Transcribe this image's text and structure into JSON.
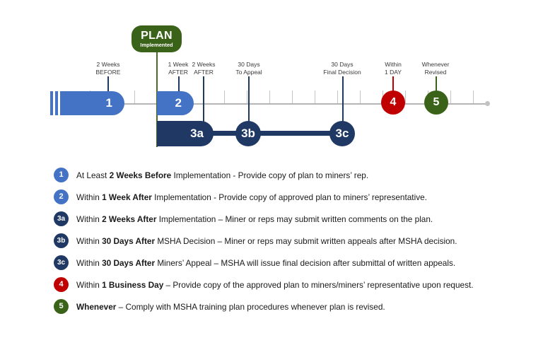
{
  "plan_badge": {
    "title": "PLAN",
    "subtitle": "Implemented"
  },
  "colors": {
    "blue": "#4472C4",
    "navy": "#1F3864",
    "red": "#C00000",
    "green": "#3A6218",
    "axis_gray": "#b5b5b5"
  },
  "timeline": {
    "labels": [
      {
        "line1": "2 Weeks",
        "line2": "BEFORE"
      },
      {
        "line1": "1 Week",
        "line2": "AFTER"
      },
      {
        "line1": "2 Weeks",
        "line2": "AFTER"
      },
      {
        "line1": "30 Days",
        "line2": "To Appeal"
      },
      {
        "line1": "30 Days",
        "line2": "Final Decision"
      },
      {
        "line1": "Within",
        "line2": "1 DAY"
      },
      {
        "line1": "Whenever",
        "line2": "Revised"
      }
    ],
    "markers": [
      {
        "id": "1",
        "label": "1"
      },
      {
        "id": "2",
        "label": "2"
      },
      {
        "id": "3a",
        "label": "3a"
      },
      {
        "id": "3b",
        "label": "3b"
      },
      {
        "id": "3c",
        "label": "3c"
      },
      {
        "id": "4",
        "label": "4"
      },
      {
        "id": "5",
        "label": "5"
      }
    ]
  },
  "legend": {
    "items": [
      {
        "marker": "1",
        "color": "#4472C4",
        "pre": "At Least ",
        "bold": "2 Weeks Before",
        "post": " Implementation - Provide copy of plan to miners’ rep."
      },
      {
        "marker": "2",
        "color": "#4472C4",
        "pre": "Within ",
        "bold": "1 Week After",
        "post": " Implementation - Provide copy of approved plan to miners’ representative."
      },
      {
        "marker": "3a",
        "color": "#1F3864",
        "pre": "Within ",
        "bold": "2 Weeks After",
        "post": " Implementation – Miner or reps may submit written comments on the plan."
      },
      {
        "marker": "3b",
        "color": "#1F3864",
        "pre": "Within ",
        "bold": "30 Days After",
        "post": " MSHA Decision – Miner or reps may submit written appeals after MSHA decision."
      },
      {
        "marker": "3c",
        "color": "#1F3864",
        "pre": "Within ",
        "bold": "30 Days After",
        "post": " Miners’ Appeal – MSHA will issue final decision after submittal of written appeals."
      },
      {
        "marker": "4",
        "color": "#C00000",
        "pre": "Within ",
        "bold": "1 Business Day",
        "post": " – Provide copy of the approved plan to miners/miners’ representative upon request."
      },
      {
        "marker": "5",
        "color": "#3A6218",
        "pre": "",
        "bold": "Whenever",
        "post": " – Comply with MSHA training plan procedures whenever plan is revised."
      }
    ]
  }
}
